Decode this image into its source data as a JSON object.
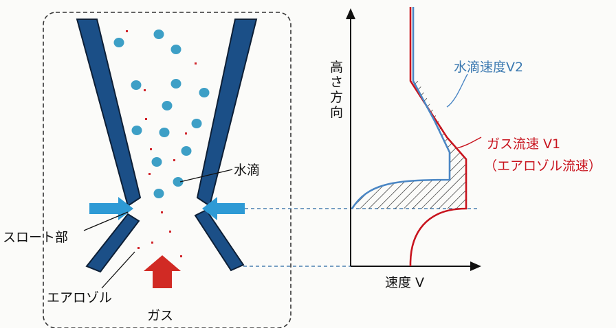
{
  "left_panel": {
    "labels": {
      "water_droplet": "水滴",
      "throat": "スロート部",
      "aerosol": "エアロゾル",
      "gas": "ガス"
    },
    "colors": {
      "nozzle_wall": "#1b4f87",
      "droplet": "#3d9fc6",
      "aerosol_dot": "#d0242a",
      "gas_arrow": "#d12a24",
      "throat_arrow": "#2e9ad5",
      "border": "#333333"
    }
  },
  "right_panel": {
    "axis_labels": {
      "y": "高さ方向",
      "x": "速度 V"
    },
    "curve_labels": {
      "droplet_velocity": "水滴速度V2",
      "gas_velocity_line1": "ガス流速 V1",
      "gas_velocity_line2": "（エアロゾル流速）"
    },
    "colors": {
      "droplet_curve": "#4a86c4",
      "gas_curve": "#c8141e",
      "axis": "#111111",
      "hatch": "#222222",
      "guide_line": "#4b7fb0"
    }
  }
}
